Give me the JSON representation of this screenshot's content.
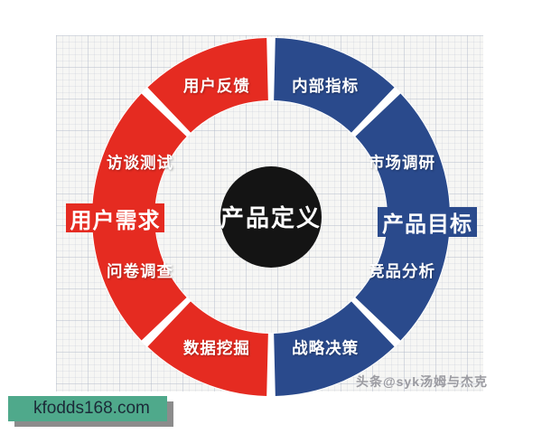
{
  "page": {
    "background": "#ffffff"
  },
  "chart": {
    "type": "circular-segmented-diagram",
    "center_label": "产品定义",
    "center_color": "#141414",
    "left": {
      "title": "用户需求",
      "color": "#e52b21"
    },
    "right": {
      "title": "产品目标",
      "color": "#2a4a8c"
    },
    "segments": [
      {
        "label": "内部指标",
        "side": "right",
        "start": 0,
        "end": 45
      },
      {
        "label": "市场调研",
        "side": "right",
        "start": 45,
        "end": 90
      },
      {
        "label": "竞品分析",
        "side": "right",
        "start": 90,
        "end": 135
      },
      {
        "label": "战略决策",
        "side": "right",
        "start": 135,
        "end": 180
      },
      {
        "label": "数据挖掘",
        "side": "left",
        "start": 180,
        "end": 225
      },
      {
        "label": "问卷调查",
        "side": "left",
        "start": 225,
        "end": 270
      },
      {
        "label": "访谈测试",
        "side": "left",
        "start": 270,
        "end": 315
      },
      {
        "label": "用户反馈",
        "side": "left",
        "start": 315,
        "end": 360
      }
    ]
  },
  "credit": {
    "text": "头条@syk汤姆与杰克",
    "color": "#9b9ba1"
  },
  "watermark_badge": {
    "text": "kfodds168.com",
    "bg": "#4fa98b",
    "text_color": "#1b2a38"
  }
}
